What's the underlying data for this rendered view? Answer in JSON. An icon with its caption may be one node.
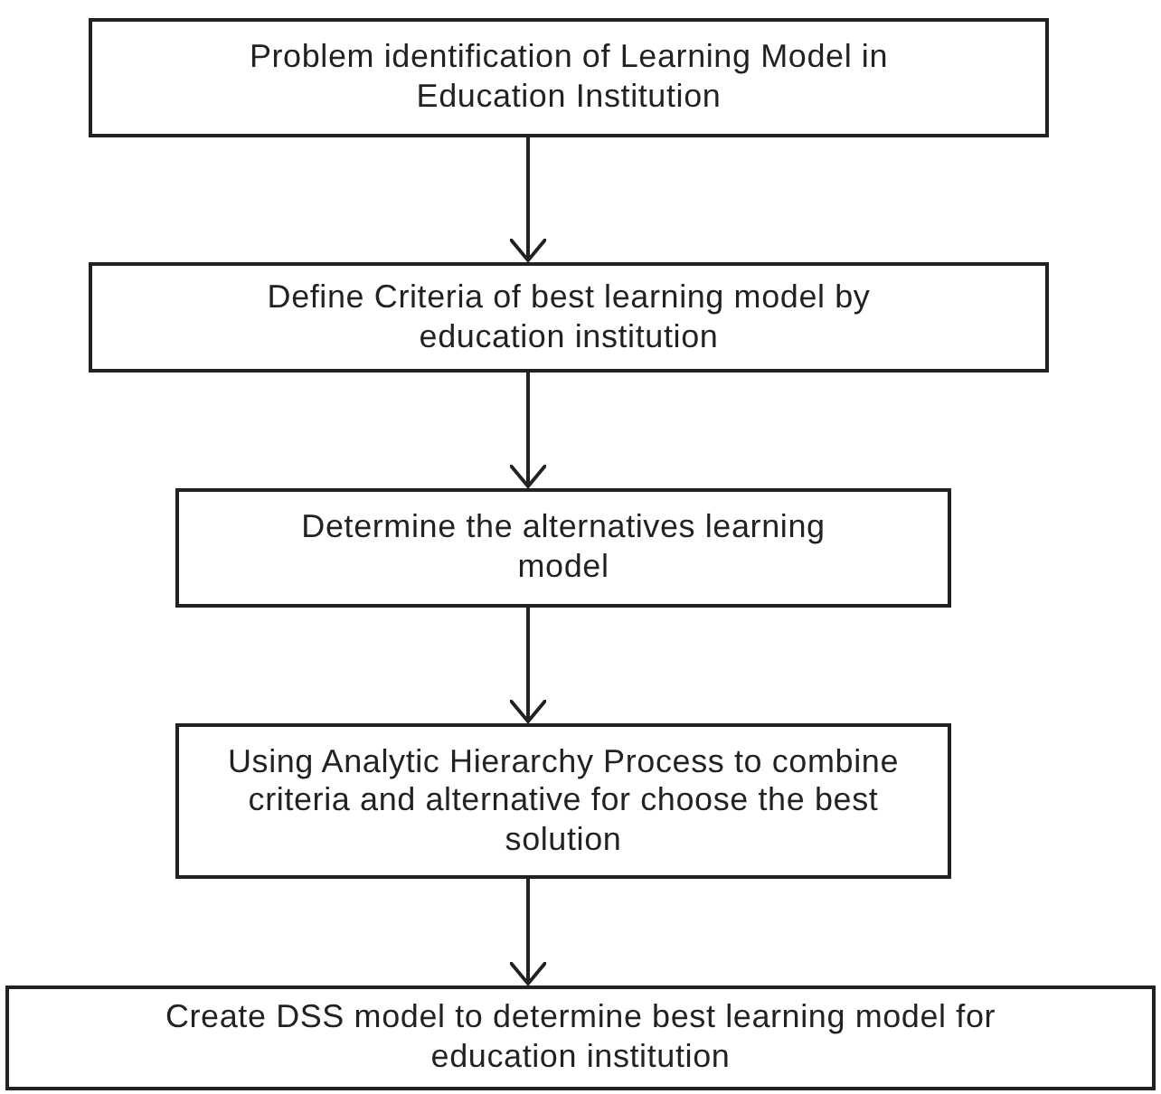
{
  "diagram": {
    "nodes": [
      {
        "text": [
          "Problem identification of Learning Model in Education Institution"
        ]
      },
      {
        "text": [
          "Define Criteria of best learning model by education institution"
        ]
      },
      {
        "text": [
          "Determine the alternatives learning model"
        ]
      },
      {
        "text": [
          "Using Analytic Hierarchy Process to combine criteria and alternative for choose the best solution"
        ]
      },
      {
        "text": [
          "Create DSS model to determine best learning model for education institution"
        ]
      }
    ],
    "edges": [
      {
        "from": 0,
        "to": 1,
        "arrow": "to"
      },
      {
        "from": 1,
        "to": 2,
        "arrow": "to"
      },
      {
        "from": 2,
        "to": 3,
        "arrow": "to"
      },
      {
        "from": 3,
        "to": 4,
        "arrow": "to"
      }
    ]
  }
}
